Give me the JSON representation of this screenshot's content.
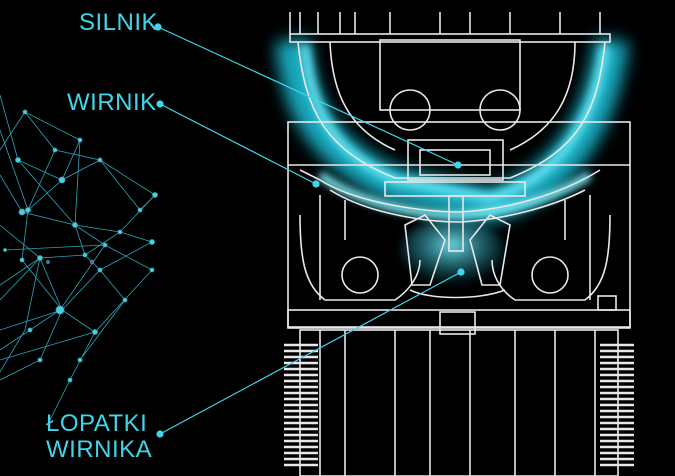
{
  "labels": {
    "silnik": "SILNIK",
    "wirnik": "WIRNIK",
    "lopatki_line1": "ŁOPATKI",
    "lopatki_line2": "WIRNIKA"
  },
  "colors": {
    "accent": "#3fd6ea",
    "glow": "#1fc8e0",
    "drawing": "#ffffff",
    "background": "#000000"
  }
}
